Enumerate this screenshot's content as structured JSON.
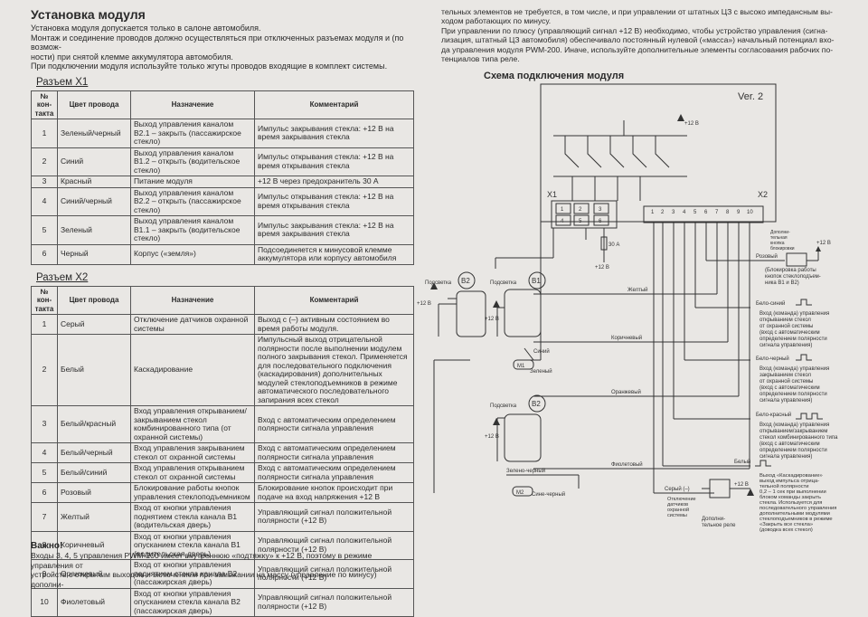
{
  "module": {
    "title": "Установка модуля",
    "intro": [
      "Установка модуля допускается только в салоне автомобиля.",
      "Монтаж и соединение проводов должно осуществляться при отключенных разъемах модуля и (по возмож-",
      "ности) при снятой клемме аккумулятора автомобиля.",
      "При подключении модуля используйте только жгуты проводов входящие в комплект системы."
    ]
  },
  "x1": {
    "title": "Разъем X1",
    "headers": [
      "№ кон-такта",
      "Цвет провода",
      "Назначение",
      "Комментарий"
    ],
    "rows": [
      {
        "n": "1",
        "color": "Зеленый/черный",
        "purpose": "Выход управления каналом В2.1 – закрыть (пассажирское стекло)",
        "comment": "Импульс закрывания стекла: +12 В на время закрывания стекла"
      },
      {
        "n": "2",
        "color": "Синий",
        "purpose": "Выход управления каналом В1.2 – открыть (водительское стекло)",
        "comment": "Импульс открывания стекла: +12 В на время открывания стекла"
      },
      {
        "n": "3",
        "color": "Красный",
        "purpose": "Питание модуля",
        "comment": "+12 В через предохранитель 30 А"
      },
      {
        "n": "4",
        "color": "Синий/черный",
        "purpose": "Выход управления каналом В2.2 – открыть (пассажирское стекло)",
        "comment": "Импульс открывания стекла: +12 В на время открывания стекла"
      },
      {
        "n": "5",
        "color": "Зеленый",
        "purpose": "Выход управления каналом В1.1 – закрыть (водительское стекло)",
        "comment": "Импульс закрывания стекла: +12 В на время закрывания стекла"
      },
      {
        "n": "6",
        "color": "Черный",
        "purpose": "Корпус («земля»)",
        "comment": "Подсоединяется к минусовой клемме аккумулятора или корпусу автомобиля"
      }
    ]
  },
  "x2": {
    "title": "Разъем X2",
    "headers": [
      "№ кон-такта",
      "Цвет провода",
      "Назначение",
      "Комментарий"
    ],
    "rows": [
      {
        "n": "1",
        "color": "Серый",
        "purpose": "Отключение датчиков охранной системы",
        "comment": "Выход с (–) активным состоянием во время работы модуля."
      },
      {
        "n": "2",
        "color": "Белый",
        "purpose": "Каскадирование",
        "comment": "Импульсный выход отрицательной полярности после выполнении модулем полного закрывания стекол. Применяется для последовательного подключения (каскадирования) дополнительных модулей стеклоподъемников в режиме автоматического последовательного запирания всех стекол"
      },
      {
        "n": "3",
        "color": "Белый/красный",
        "purpose": "Вход управления открыванием/закрыванием стекол комбинированного типа (от охранной системы)",
        "comment": "Вход с автоматическим определением полярности сигнала управления"
      },
      {
        "n": "4",
        "color": "Белый/черный",
        "purpose": "Вход управления закрыванием стекол от охранной системы",
        "comment": "Вход с автоматическим определением полярности сигнала управления"
      },
      {
        "n": "5",
        "color": "Белый/синий",
        "purpose": "Вход управления открыванием стекол от охранной системы",
        "comment": "Вход с автоматическим определением полярности сигнала управления"
      },
      {
        "n": "6",
        "color": "Розовый",
        "purpose": "Блокирование работы кнопок управления стеклоподъемником",
        "comment": "Блокирование кнопок происходит при подаче на вход напряжения +12 В"
      },
      {
        "n": "7",
        "color": "Желтый",
        "purpose": "Вход от кнопки управления поднятием стекла канала В1 (водительская дверь)",
        "comment": "Управляющий сигнал положительной полярности (+12 В)"
      },
      {
        "n": "8",
        "color": "Коричневый",
        "purpose": "Вход от кнопки управления опусканием стекла канала В1 (водительская дверь)",
        "comment": "Управляющий сигнал положительной полярности (+12 В)"
      },
      {
        "n": "9",
        "color": "Оранжевый",
        "purpose": "Вход от кнопки управления поднятием стекла канала В2 (пассажирская дверь)",
        "comment": "Управляющий сигнал положительной полярности (+12 В)"
      },
      {
        "n": "10",
        "color": "Фиолетовый",
        "purpose": "Вход от кнопки управления опусканием стекла канала В2 (пассажирская дверь)",
        "comment": "Управляющий сигнал положительной полярности (+12 В)"
      }
    ]
  },
  "important": {
    "title": "Важно!",
    "text": [
      "Входы 3, 4, 5 управления PWM-200 имеет внутреннюю «подтяжку» к +12 В, поэтому в режиме управления от",
      "устройств с открытым выходом и включением при замыкании на массу (управление по минусу) дополни-"
    ]
  },
  "right_text": [
    "тельных элементов не требуется, в том числе, и при управлении от штатных ЦЗ с высоко импедансным вы-",
    "ходом работающих по минусу.",
    "При управлении по плюсу (управляющий сигнал +12 В) необходимо, чтобы устройство управления (сигна-",
    "лизация, штатный ЦЗ автомобиля) обеспечивало постоянный нулевой («масса») начальный потенциал вхо-",
    "да управления модуля PWM-200. Иначе, используйте дополнительные элементы согласования рабочих по-",
    "тенциалов типа реле."
  ],
  "schema": {
    "title": "Схема подключения модуля",
    "labels": {
      "ver": "Ver. 2",
      "plus12": "+12 В",
      "x1": "X1",
      "x2": "X2",
      "fuse": "30 А",
      "b1": "B1",
      "b2": "B2",
      "podsvetka": "Подсветка",
      "m1": "M1",
      "m2": "M2",
      "pin1": "1",
      "pin2": "2",
      "pin3": "3",
      "pin4": "4",
      "pin5": "5",
      "pin6": "6",
      "pin7": "7",
      "pin8": "8",
      "pin9": "9",
      "pin10": "10",
      "addbtn": [
        "Дополни-",
        "тельная",
        "кнопка",
        "блокировки"
      ],
      "rozovy": "Розовый",
      "blockbtn": [
        "(Блокировка работы",
        "кнопок стеклоподъем-",
        "ника В1 и В2)"
      ],
      "zheltiy": "Желтый",
      "beloseriy": "Бело-синий",
      "vhod_open": [
        "Вход (команда) управления",
        "открыванием стекол",
        "от охранной системы",
        "(вход с автоматическим",
        "определением полярности",
        "сигнала управления)"
      ],
      "korichn": "Коричневый",
      "sinij": "Синий",
      "zelenyj": "Зеленый",
      "belochernyj": "Бело-черный",
      "vhod_close": [
        "Вход (команда) управления",
        "закрыванием стекол",
        "от охранной системы",
        "(вход с автоматическим",
        "определением полярности",
        "сигнала управления)"
      ],
      "oranzh": "Оранжевый",
      "belokrasny": "Бело-красный",
      "vhod_comb": [
        "Вход (команда) управления",
        "открыванием/закрыванием",
        "стекол комбинированного типа",
        "(вход с автоматическим",
        "определением полярности",
        "сигнала управления)"
      ],
      "fiolet": "Фиолетовый",
      "belyj": "Белый",
      "zelchern": "Зелено-черный",
      "sinechern": "Сине-черный",
      "seryj": "Серый (–)",
      "otkl": [
        "Отключение",
        "датчиков",
        "охранной",
        "системы"
      ],
      "relay": [
        "Дополни-",
        "тельное реле"
      ],
      "kaskad": [
        "Выход «Каскадирование»",
        "выход импульса отрица-",
        "тельной полярности",
        "0,2 – 1 сек при выполнении",
        "блоком команды закрыть",
        "стекла. Используется для",
        "последовательного управления",
        "дополнительными модулями",
        "стеклоподъемников в режиме",
        "«Закрыть все стекла»",
        "(доводка всех стекол)"
      ]
    }
  }
}
